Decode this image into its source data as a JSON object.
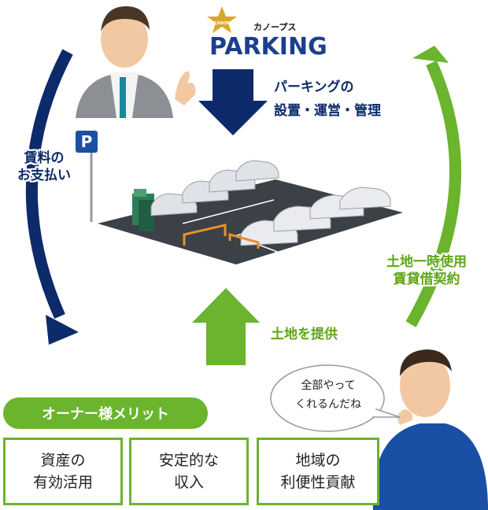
{
  "logo": {
    "wordmark": "PARKING",
    "kana": "カノープス",
    "small": "CANOPUS"
  },
  "flows": {
    "top_label_line1": "パーキングの",
    "top_label_line2": "設置・運営・管理",
    "left_label_line1": "賃料の",
    "left_label_line2": "お支払い",
    "right_label_line1": "土地一時使用",
    "right_label_line2": "賃貸借契約",
    "bottom_label": "土地を提供"
  },
  "parking_sign": "P",
  "bubble": {
    "line1": "全部やって",
    "line2": "くれるんだね"
  },
  "merits": {
    "heading": "オーナー様メリット",
    "items": [
      {
        "line1": "資産の",
        "line2": "有効活用"
      },
      {
        "line1": "安定的な",
        "line2": "収入"
      },
      {
        "line1": "地域の",
        "line2": "利便性貢献"
      }
    ]
  },
  "colors": {
    "navy": "#0d2a6a",
    "green": "#6ab42e",
    "label_green": "#5ea613"
  }
}
